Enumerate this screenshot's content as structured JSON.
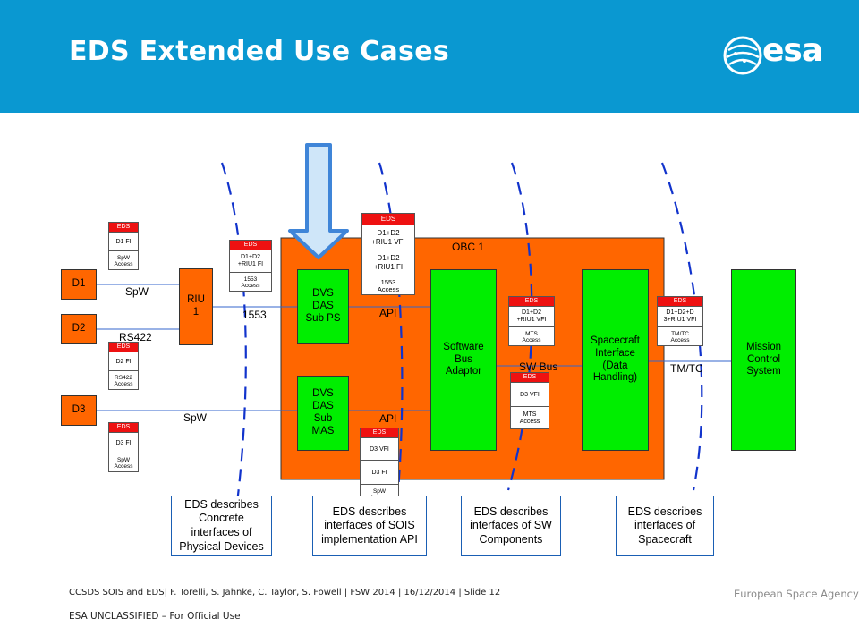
{
  "title": "EDS Extended Use Cases",
  "logo_text": "esa",
  "colors": {
    "header": "#0a98d1",
    "orange": "#ff6600",
    "green": "#00ee00",
    "eds_header": "#ee1111",
    "dashed": "#1133cc",
    "arrow": "#3f85d8"
  },
  "devices": {
    "d1": "D1",
    "d2": "D2",
    "d3": "D3"
  },
  "riu": "RIU\n1",
  "obc_label": "OBC 1",
  "boxes": {
    "dvs_ps": "DVS\nDAS\nSub PS",
    "dvs_mas": "DVS\nDAS\nSub\nMAS",
    "sba": "Software\nBus\nAdaptor",
    "sci": "Spacecraft\nInterface\n(Data\nHandling)",
    "mcs": "Mission\nControl\nSystem"
  },
  "links": {
    "spw1": "SpW",
    "rs422": "RS422",
    "spw3": "SpW",
    "l1553": "1553",
    "api1": "API",
    "api2": "API",
    "swbus": "SW Bus",
    "tmtc": "TM/TC"
  },
  "eds_tag": "EDS",
  "eds_d1": {
    "fi": "D1 FI",
    "access": "SpW\nAccess"
  },
  "eds_d2": {
    "fi": "D2 FI",
    "access": "RS422\nAccess"
  },
  "eds_d3": {
    "fi": "D3 FI",
    "access": "SpW\nAccess"
  },
  "eds_riu": {
    "fi": "D1+D2\n+RIU1 FI",
    "access": "1553\nAccess"
  },
  "eds_top": {
    "vfi": "D1+D2\n+RIU1 VFI",
    "fi": "D1+D2\n+RIU1 FI",
    "access": "1553\nAccess"
  },
  "eds_mid": {
    "vfi": "D3 VFI",
    "fi": "D3 FI",
    "access": "SpW\nAccess"
  },
  "eds_mts1": {
    "vfi": "D1+D2\n+RIU1 VFI",
    "access": "MTS\nAccess"
  },
  "eds_mts2": {
    "vfi": "D3 VFI",
    "access": "MTS\nAccess"
  },
  "eds_tmtc": {
    "vfi": "D1+D2+D\n3+RIU1 VFI",
    "access": "TM/TC\nAccess"
  },
  "descriptions": {
    "physical": "EDS describes\nConcrete\ninterfaces of\nPhysical Devices",
    "api": "EDS describes\ninterfaces of SOIS\nimplementation API",
    "sw": "EDS describes\ninterfaces of SW\nComponents",
    "spacecraft": "EDS describes\ninterfaces of\nSpacecraft"
  },
  "footer": {
    "line1": "CCSDS SOIS and EDS| F. Torelli, S. Jahnke, C. Taylor, S. Fowell | FSW 2014 | 16/12/2014 | Slide  12",
    "line2": "ESA UNCLASSIFIED – For Official Use",
    "org": "European Space Agency"
  }
}
